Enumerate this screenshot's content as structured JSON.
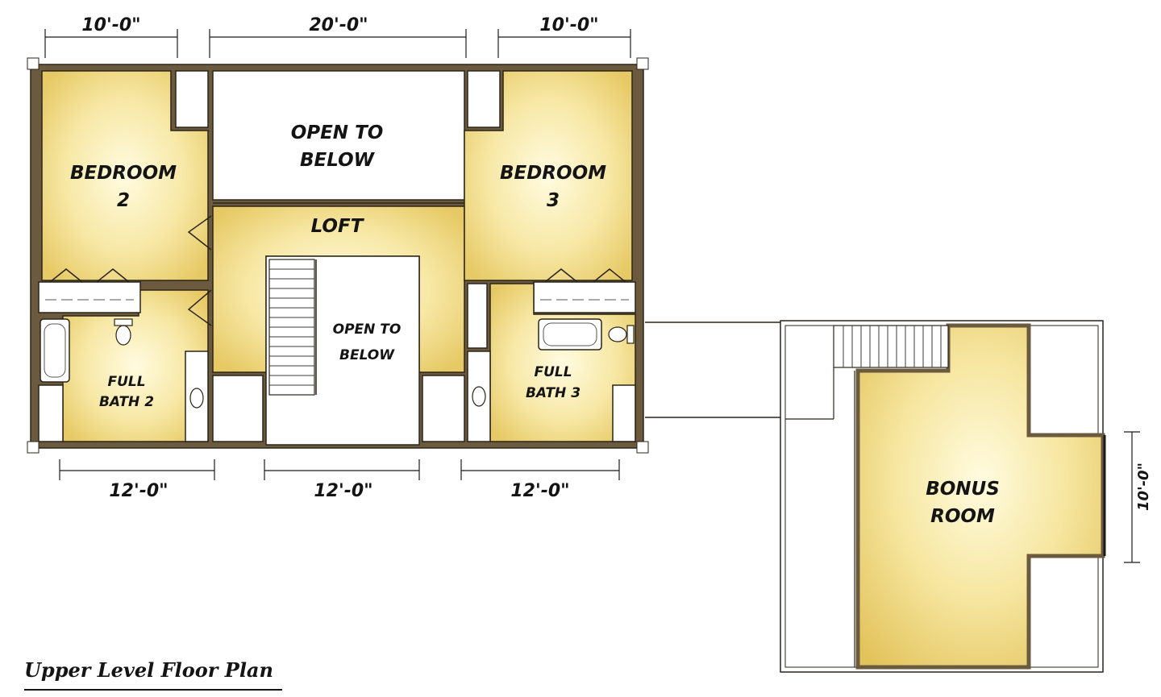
{
  "plan": {
    "title": "Upper Level Floor Plan",
    "colors": {
      "room_fill_center": "#fffbe0",
      "room_fill_edge": "#e9cf6c",
      "wall": "#6b5a3e",
      "outline": "#2a2418"
    },
    "rooms": {
      "bedroom2": {
        "line1": "BEDROOM",
        "line2": "2"
      },
      "bedroom3": {
        "line1": "BEDROOM",
        "line2": "3"
      },
      "open_top": {
        "line1": "OPEN TO",
        "line2": "BELOW"
      },
      "open_stair": {
        "line1": "OPEN TO",
        "line2": "BELOW"
      },
      "loft": {
        "line1": "LOFT"
      },
      "bath2": {
        "line1": "FULL",
        "line2": "BATH 2"
      },
      "bath3": {
        "line1": "FULL",
        "line2": "BATH 3"
      },
      "bonus": {
        "line1": "BONUS",
        "line2": "ROOM"
      }
    },
    "dimensions": {
      "top_left": "10'-0\"",
      "top_center": "20'-0\"",
      "top_right": "10'-0\"",
      "bottom_left": "12'-0\"",
      "bottom_center": "12'-0\"",
      "bottom_right": "12'-0\"",
      "bonus_side": "10'-0\""
    }
  }
}
